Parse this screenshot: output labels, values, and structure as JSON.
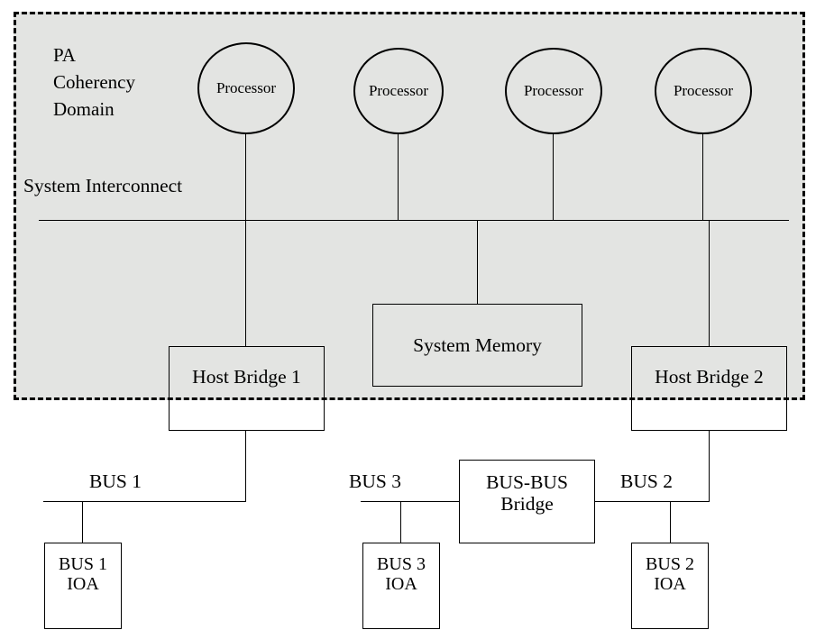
{
  "diagram": {
    "title": "PA Coherency Domain system interconnect block diagram",
    "background_color": "#ffffff",
    "region_fill_color": "#e3e4e2",
    "line_color": "#000000"
  },
  "domain_region": {
    "label": "PA\nCoherency\nDomain",
    "border_style": "dashed"
  },
  "interconnect": {
    "label": "System Interconnect"
  },
  "processors": [
    {
      "label": "Processor"
    },
    {
      "label": "Processor"
    },
    {
      "label": "Processor"
    },
    {
      "label": "Processor"
    }
  ],
  "memory": {
    "label": "System Memory"
  },
  "host_bridges": [
    {
      "label": "Host Bridge 1"
    },
    {
      "label": "Host Bridge 2"
    }
  ],
  "bus_labels": {
    "bus1": "BUS 1",
    "bus2": "BUS 2",
    "bus3": "BUS 3"
  },
  "bus_bridge": {
    "label": "BUS-BUS\nBridge"
  },
  "ioas": [
    {
      "label": "BUS 1\nIOA"
    },
    {
      "label": "BUS 3\nIOA"
    },
    {
      "label": "BUS 2\nIOA"
    }
  ]
}
